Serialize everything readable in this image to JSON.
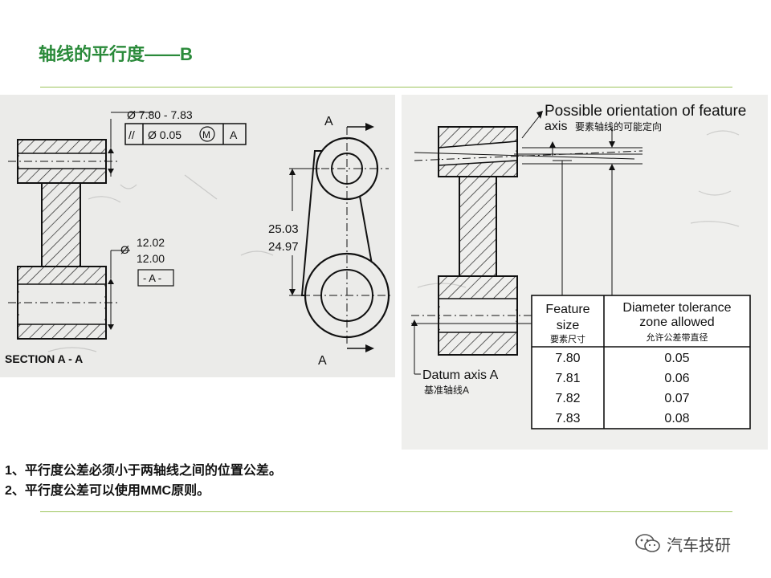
{
  "title": "轴线的平行度——B",
  "left_drawing": {
    "dim_top": "Ø 7.80 - 7.83",
    "fcf_symbol": "//",
    "fcf_tolerance": "Ø 0.05",
    "fcf_modifier": "M",
    "fcf_datum": "A",
    "dim_bore_upper": "12.02",
    "dim_bore_lower": "12.00",
    "dim_bore_prefix": "Ø",
    "datum_label": "- A -",
    "section_label": "SECTION A - A",
    "center_dist_upper": "25.03",
    "center_dist_lower": "24.97",
    "cut_label_top": "A",
    "cut_label_bottom": "A"
  },
  "right_drawing": {
    "orientation_label_en_1": "Possible orientation of feature",
    "orientation_label_en_2": "axis",
    "orientation_label_cn": "要素轴线的可能定向",
    "datum_axis_en": "Datum axis A",
    "datum_axis_cn": "基准轴线A",
    "table": {
      "header_feature_en_1": "Feature",
      "header_feature_en_2": "size",
      "header_feature_cn": "要素尺寸",
      "header_tol_en_1": "Diameter tolerance",
      "header_tol_en_2": "zone allowed",
      "header_tol_cn": "允许公差带直径",
      "rows": [
        {
          "size": "7.80",
          "tol": "0.05"
        },
        {
          "size": "7.81",
          "tol": "0.06"
        },
        {
          "size": "7.82",
          "tol": "0.07"
        },
        {
          "size": "7.83",
          "tol": "0.08"
        }
      ]
    }
  },
  "bullets": [
    "1、平行度公差必须小于两轴线之间的位置公差。",
    "2、平行度公差可以使用MMC原则。"
  ],
  "watermark": "汽车技研"
}
